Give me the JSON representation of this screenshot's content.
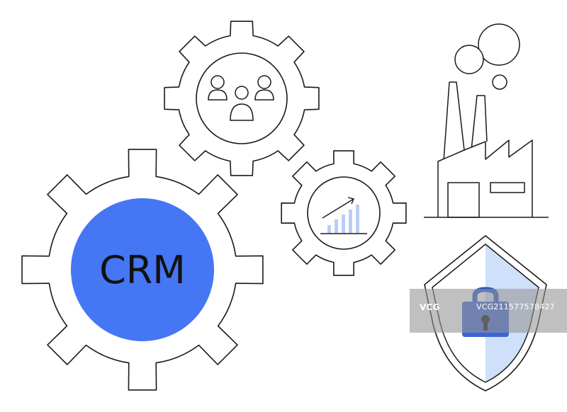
{
  "gear_big": {
    "label": "CRM"
  },
  "watermark": {
    "logo": "VCG",
    "id": "VCG211577578427"
  },
  "colors": {
    "accent_blue": "#4576f4",
    "shield_tint": "#cfe0fb",
    "chart_bars": "#b9cdf6",
    "line": "#1a1a1a"
  },
  "icons": [
    "gear-icon",
    "people-icon",
    "growth-chart-icon",
    "factory-icon",
    "shield-icon",
    "padlock-icon"
  ]
}
